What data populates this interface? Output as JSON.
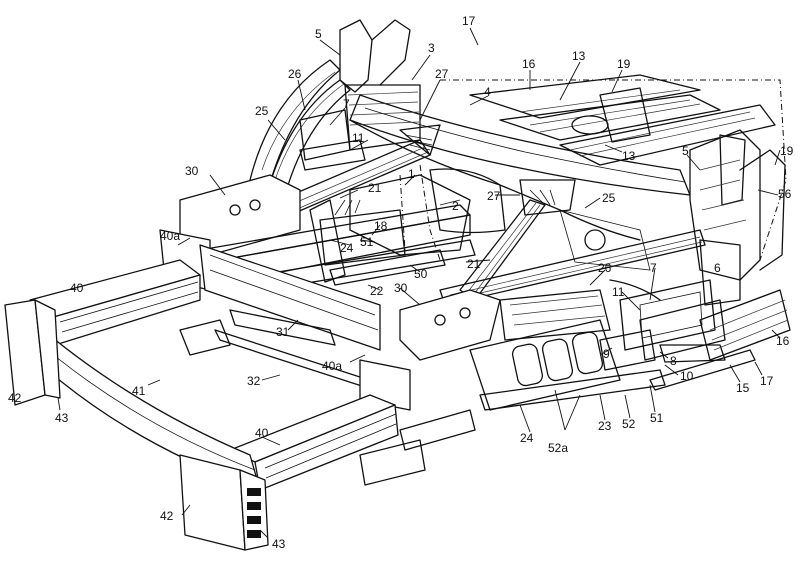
{
  "figure": {
    "reference_numerals": [
      "1",
      "2",
      "3",
      "4",
      "5",
      "5",
      "6",
      "7",
      "7",
      "8",
      "9",
      "10",
      "11",
      "11",
      "13",
      "13",
      "15",
      "16",
      "16",
      "17",
      "17",
      "18",
      "19",
      "19",
      "21",
      "21",
      "22",
      "23",
      "24",
      "24",
      "25",
      "25",
      "26",
      "26",
      "27",
      "27",
      "30",
      "30",
      "31",
      "32",
      "40",
      "40",
      "40a",
      "40a",
      "41",
      "42",
      "42",
      "43",
      "43",
      "50",
      "51",
      "51",
      "52",
      "52a",
      "56"
    ]
  }
}
